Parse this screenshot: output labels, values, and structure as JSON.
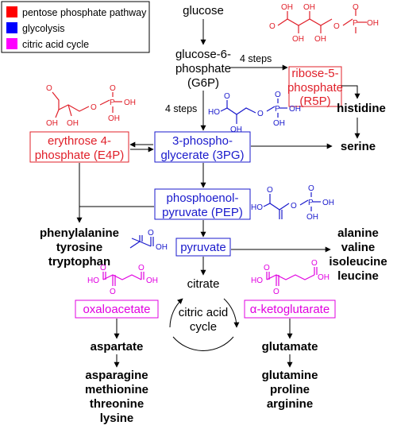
{
  "legend": {
    "items": [
      {
        "label": "pentose phosphate pathway",
        "color": "#ff0000"
      },
      {
        "label": "glycolysis",
        "color": "#0000ff"
      },
      {
        "label": "citric acid cycle",
        "color": "#ff00ff"
      }
    ]
  },
  "colors": {
    "ppp": "#e0202a",
    "glycolysis": "#1a1acc",
    "tca": "#e000e0",
    "text": "#000000"
  },
  "nodes": {
    "glucose": "glucose",
    "g6p": [
      "glucose-6-",
      "phosphate",
      "(G6P)"
    ],
    "r5p": [
      "ribose-5-",
      "phosphate",
      "(R5P)"
    ],
    "e4p": [
      "erythrose 4-",
      "phosphate (E4P)"
    ],
    "pg3": [
      "3-phospho-",
      "glycerate (3PG)"
    ],
    "pep": [
      "phosphoenol-",
      "pyruvate (PEP)"
    ],
    "pyruvate": "pyruvate",
    "citrate": "citrate",
    "oxaloacetate": "oxaloacetate",
    "akg": "α-ketoglutarate",
    "cycle": [
      "citric acid",
      "cycle"
    ]
  },
  "edge_labels": {
    "steps_g6p_r5p": "4 steps",
    "steps_g6p_3pg": "4 steps"
  },
  "amino_acids": {
    "histidine": "histidine",
    "serine": "serine",
    "aromatic": [
      "phenylalanine",
      "tyrosine",
      "tryptophan"
    ],
    "pyruvate_family": [
      "alanine",
      "valine",
      "isoleucine",
      "leucine"
    ],
    "aspartate": "aspartate",
    "aspartate_family": [
      "asparagine",
      "methionine",
      "threonine",
      "lysine"
    ],
    "glutamate": "glutamate",
    "glutamate_family": [
      "glutamine",
      "proline",
      "arginine"
    ]
  },
  "structure_labels": {
    "r5p": {
      "o1": "O",
      "oh1": "OH",
      "oh2": "OH",
      "oh3": "OH",
      "oh4": "OH",
      "o2": "O",
      "p": "P",
      "o3": "O",
      "oh5": "OH"
    },
    "e4p": {
      "o1": "O",
      "oh1": "OH",
      "oh2": "OH",
      "o2": "O",
      "p": "P",
      "o3": "O",
      "oh3": "OH",
      "oh4": "OH"
    },
    "pg3": {
      "o1": "O",
      "ho": "HO",
      "oh1": "OH",
      "o2": "O",
      "p": "P",
      "o3": "O",
      "oh2": "OH",
      "oh3": "OH"
    },
    "pep": {
      "o1": "O",
      "ho": "HO",
      "o2": "O",
      "p": "P",
      "o3": "O",
      "oh1": "OH",
      "oh2": "OH"
    },
    "pyr": {
      "o": "O",
      "oh": "OH"
    },
    "oaa": {
      "o1": "O",
      "ho": "HO",
      "o2": "O",
      "o3": "O",
      "oh": "OH"
    },
    "akg": {
      "o1": "O",
      "ho": "HO",
      "o2": "O",
      "o3": "O",
      "oh": "OH"
    }
  }
}
